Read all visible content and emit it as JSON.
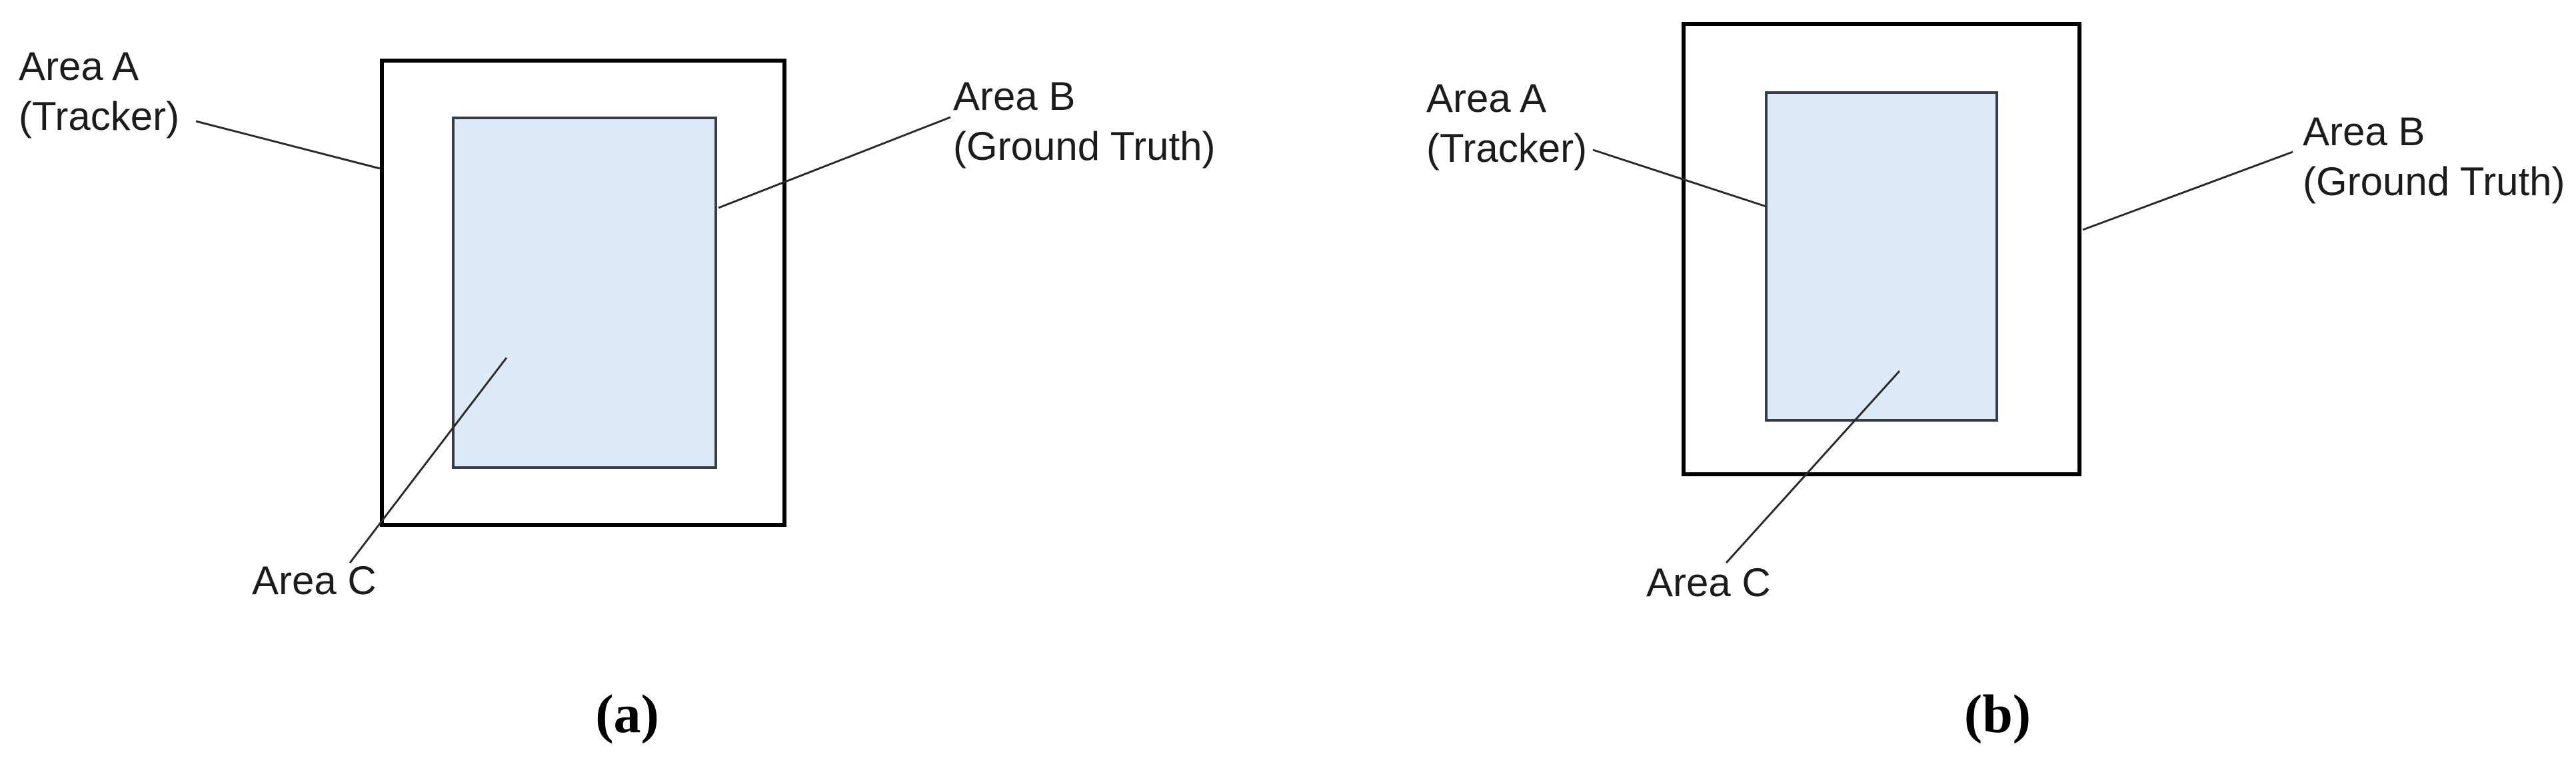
{
  "figure": {
    "colors": {
      "outer_box_border": "#000000",
      "inner_box_border": "#333e48",
      "inner_box_fill": "#dce9f6",
      "leader_line": "#2a2a2a",
      "label_text": "#1c1c1c",
      "caption_text": "#000000"
    },
    "panels": [
      {
        "id": "a",
        "caption": "(a)",
        "area_a_label": [
          "Area A",
          "(Tracker)"
        ],
        "area_b_label": [
          "Area B",
          "(Ground Truth)"
        ],
        "area_c_label": "Area C",
        "leader_targets": {
          "area_a": "outer box left edge",
          "area_b": "inner box right edge",
          "area_c": "inside inner box"
        }
      },
      {
        "id": "b",
        "caption": "(b)",
        "area_a_label": [
          "Area A",
          "(Tracker)"
        ],
        "area_b_label": [
          "Area B",
          "(Ground Truth)"
        ],
        "area_c_label": "Area C",
        "leader_targets": {
          "area_a": "inner box left edge",
          "area_b": "outer box right edge",
          "area_c": "inside inner box"
        }
      }
    ]
  }
}
